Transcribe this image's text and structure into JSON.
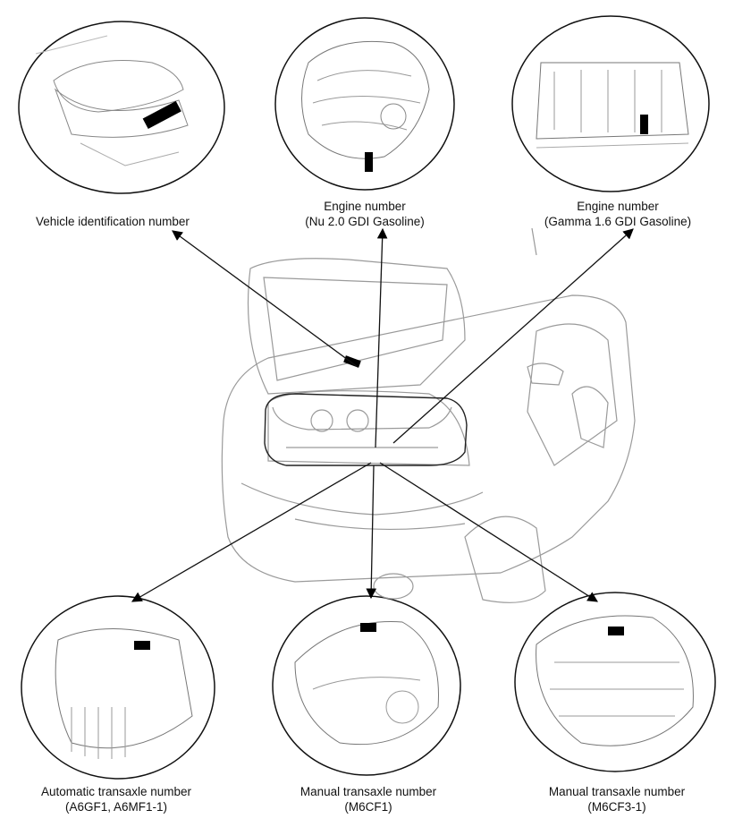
{
  "labels": {
    "vin": {
      "line1": "Vehicle identification number"
    },
    "engine_nu": {
      "line1": "Engine number",
      "line2": "(Nu 2.0 GDI Gasoline)"
    },
    "engine_gamma": {
      "line1": "Engine number",
      "line2": "(Gamma 1.6 GDI Gasoline)"
    },
    "auto_transaxle": {
      "line1": "Automatic transaxle number",
      "line2": "(A6GF1, A6MF1-1)"
    },
    "manual_m6cf1": {
      "line1": "Manual transaxle number",
      "line2": "(M6CF1)"
    },
    "manual_m6cf3": {
      "line1": "Manual transaxle number",
      "line2": "(M6CF3-1)"
    }
  },
  "colors": {
    "line": "#111111",
    "sketch": "#9a9a9a",
    "marker": "#000000"
  }
}
